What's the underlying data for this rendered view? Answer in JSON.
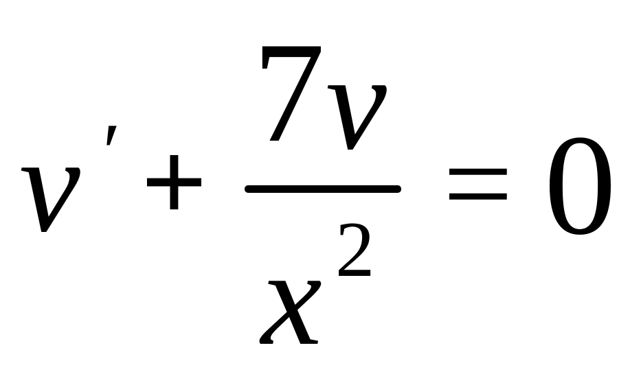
{
  "equation": {
    "lhs_variable": "v",
    "prime": "′",
    "plus": "+",
    "numerator_digit": "7",
    "numerator_variable": "v",
    "denominator_variable": "x",
    "denominator_exponent": "2",
    "equals": "=",
    "rhs": "0"
  },
  "colors": {
    "text": "#000000",
    "background": "#ffffff"
  }
}
